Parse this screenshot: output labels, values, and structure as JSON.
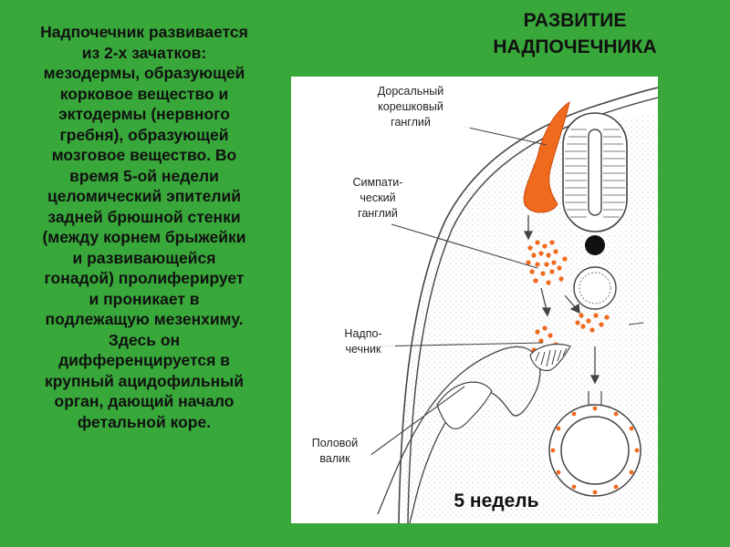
{
  "slide": {
    "title": "РАЗВИТИЕ\nНАДПОЧЕЧНИКА",
    "body_text": "Надпочечник развивается\nиз 2-х зачатков:\nмезодермы, образующей\nкорковое вещество и\nэктодермы (нервного\nгребня), образующей\nмозговое вещество. Во\nвремя 5-ой недели\nцеломический эпителий\nзадней брюшной стенки\n(между корнем брыжейки\nи развивающейся\nгонадой)  пролиферирует\nи проникает в\nподлежащую мезенхиму.\nЗдесь он\nдифференцируется в\nкрупный ацидофильный\nорган, дающий начало\nфетальной коре.",
    "background_color": "#38a83a"
  },
  "figure": {
    "caption": "5 недель",
    "labels": {
      "dorsal_ganglion": "Дорсальный\nкорешковый\nганглий",
      "sympathetic_ganglion": "Симпати-\nческий\nганглий",
      "adrenal": "Надпо-\nчечник",
      "genital_ridge": "Половой\nвалик"
    },
    "colors": {
      "ganglion": "#f06a1e",
      "outline": "#444444",
      "background": "#ffffff"
    }
  }
}
